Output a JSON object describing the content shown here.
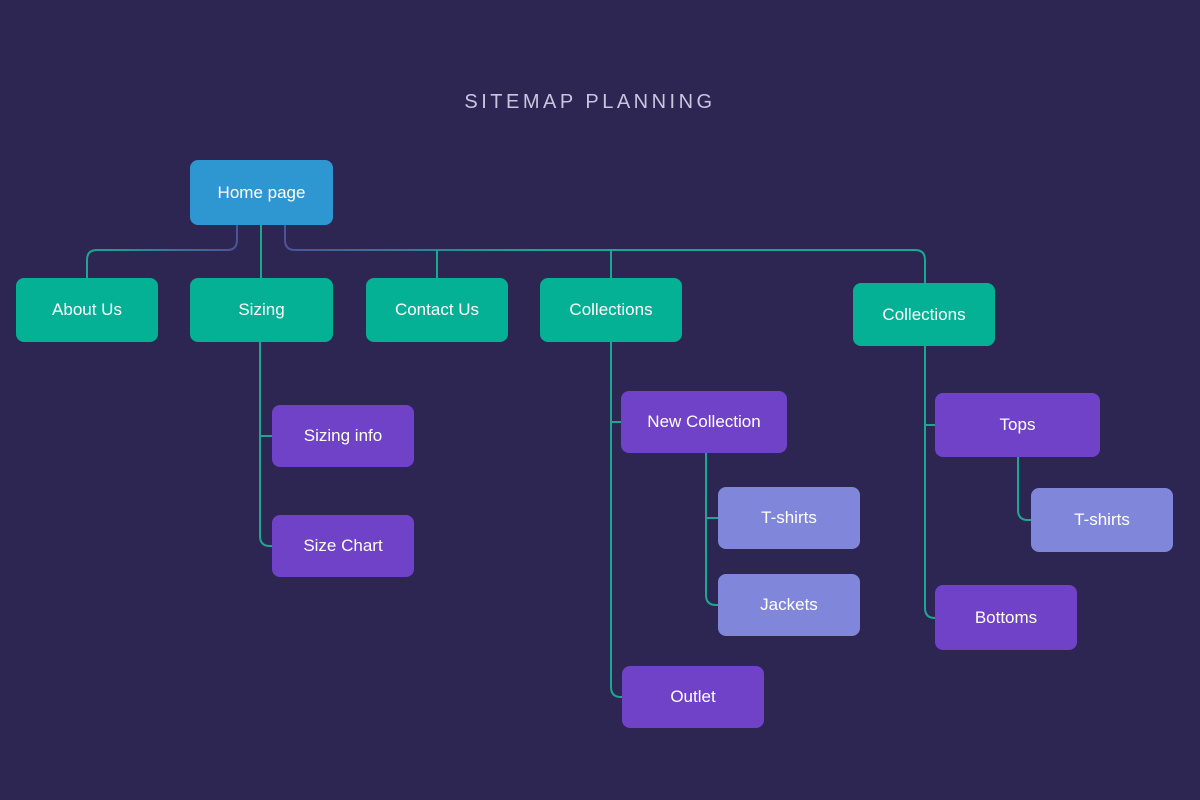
{
  "title": "SITEMAP PLANNING",
  "colors": {
    "background": "#2D2552",
    "title_text": "#C9C5DF",
    "node_text": "#FFFFFF",
    "node_blue": "#2E97D1",
    "node_green": "#05B194",
    "node_purple": "#6F42C8",
    "node_lavender": "#8086D9",
    "line_teal": "#1BA893",
    "line_indigo": "#4E5397"
  },
  "sitemap": {
    "root": {
      "label": "Home page",
      "color": "#2E97D1",
      "children": [
        {
          "label": "About Us",
          "color": "#05B194"
        },
        {
          "label": "Sizing",
          "color": "#05B194",
          "children": [
            {
              "label": "Sizing info",
              "color": "#6F42C8"
            },
            {
              "label": "Size Chart",
              "color": "#6F42C8"
            }
          ]
        },
        {
          "label": "Contact Us",
          "color": "#05B194"
        },
        {
          "label": "Collections",
          "color": "#05B194",
          "children": [
            {
              "label": "New Collection",
              "color": "#6F42C8",
              "children": [
                {
                  "label": "T-shirts",
                  "color": "#8086D9"
                },
                {
                  "label": "Jackets",
                  "color": "#8086D9"
                }
              ]
            },
            {
              "label": "Outlet",
              "color": "#6F42C8"
            }
          ]
        },
        {
          "label": "Collections",
          "color": "#05B194",
          "children": [
            {
              "label": "Tops",
              "color": "#6F42C8",
              "children": [
                {
                  "label": "T-shirts",
                  "color": "#8086D9"
                }
              ]
            },
            {
              "label": "Bottoms",
              "color": "#6F42C8"
            }
          ]
        }
      ]
    }
  }
}
